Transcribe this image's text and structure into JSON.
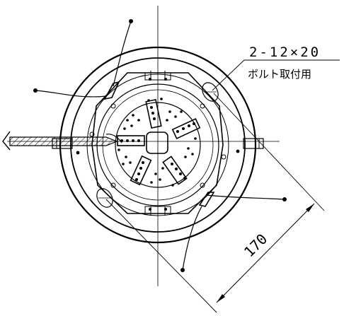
{
  "annotations": {
    "bolt_spec": "2-12×20",
    "bolt_note": "ボルト取付用",
    "dimension": "170"
  },
  "colors": {
    "line": "#000000",
    "background": "#ffffff"
  }
}
